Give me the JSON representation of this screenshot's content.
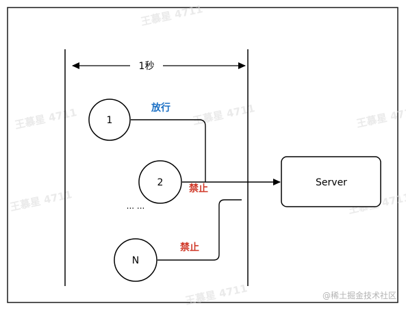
{
  "diagram": {
    "interval_label": "1秒",
    "nodes": {
      "node_1": "1",
      "node_2": "2",
      "node_n": "N",
      "ellipsis": "... ...",
      "server": "Server"
    },
    "edge_labels": {
      "allow": "放行",
      "deny_2": "禁止",
      "deny_n": "禁止"
    },
    "colors": {
      "allow": "#1a6fc4",
      "deny": "#d03a2a",
      "line": "#000000"
    }
  },
  "watermarks": {
    "author": "王慕星 4711",
    "site": "@稀土掘金技术社区"
  }
}
